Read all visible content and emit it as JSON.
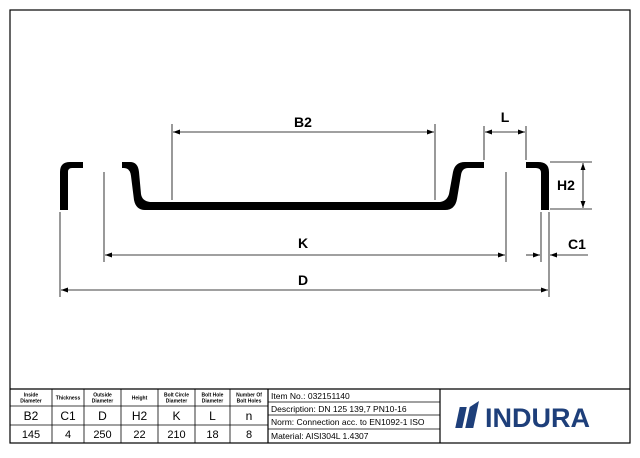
{
  "dimensions": {
    "b2": "B2",
    "l": "L",
    "h2": "H2",
    "k": "K",
    "c1": "C1",
    "d": "D"
  },
  "table": {
    "headers": [
      [
        "Inside",
        "Diameter"
      ],
      [
        "Thickness"
      ],
      [
        "Outside",
        "Diameter"
      ],
      [
        "Height"
      ],
      [
        "Bolt Circle",
        "Diameter"
      ],
      [
        "Bolt Hole",
        "Diameter"
      ],
      [
        "Number Of",
        "Bolt Holes"
      ]
    ],
    "symbols": [
      "B2",
      "C1",
      "D",
      "H2",
      "K",
      "L",
      "n"
    ],
    "values": [
      "145",
      "4",
      "250",
      "22",
      "210",
      "18",
      "8"
    ]
  },
  "info": {
    "item_no": "Item No.: 032151140",
    "description": "Description: DN 125  139,7  PN10-16",
    "norm": "Norm: Connection acc. to EN1092-1 ISO",
    "material": "Material: AISI304L  1.4307"
  },
  "logo": {
    "text": "INDURA",
    "color": "#1e3f7a"
  }
}
